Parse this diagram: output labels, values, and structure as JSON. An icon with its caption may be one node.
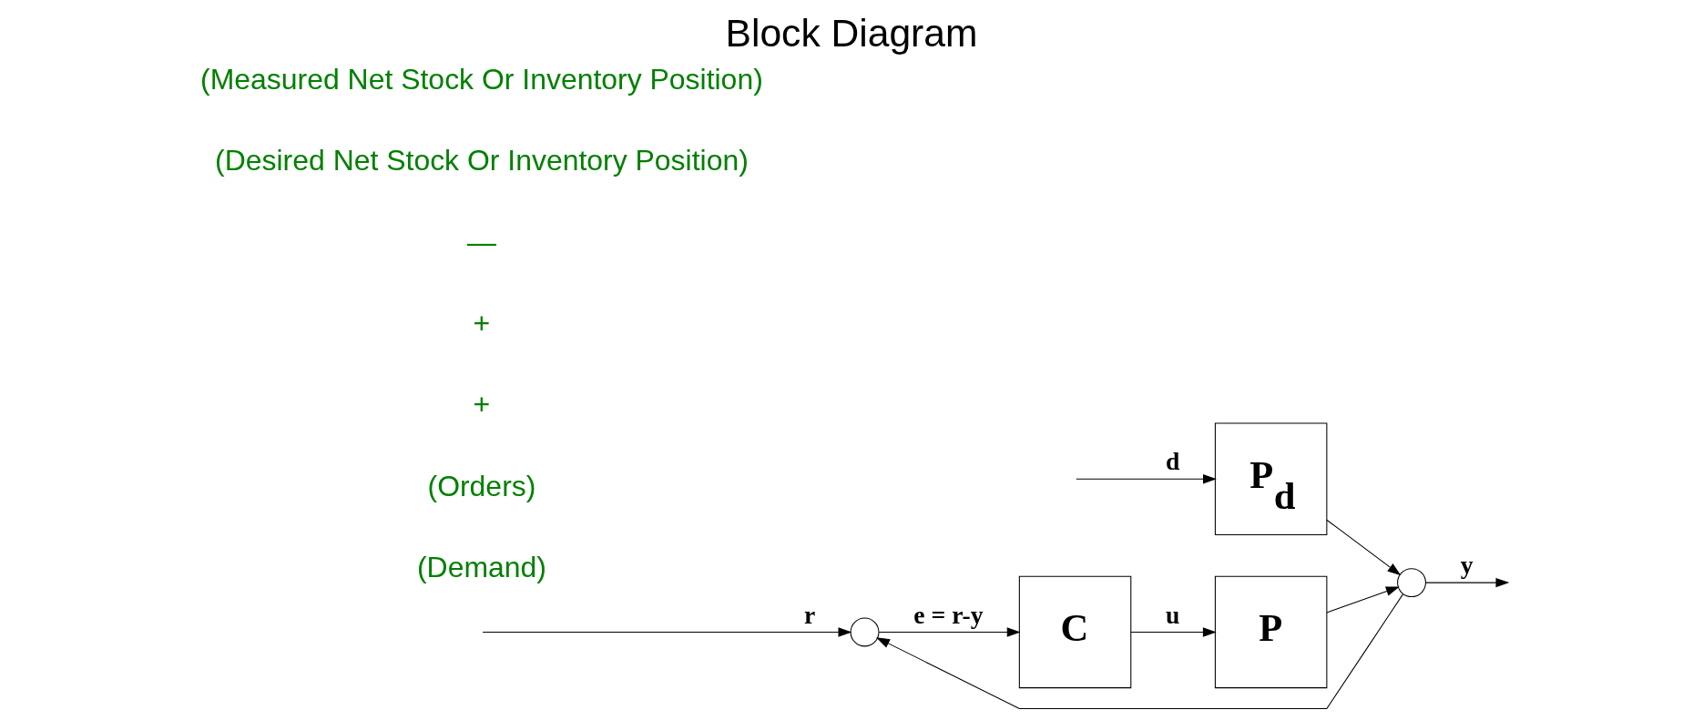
{
  "diagram": {
    "title": "Block Diagram",
    "nodes": [
      {
        "text": [],
        "shape": "circle"
      },
      {
        "text": [
          "C"
        ]
      },
      {
        "text": [
          "P"
        ]
      },
      {
        "text": [
          "P$_{d}$"
        ]
      },
      {
        "text": [],
        "shape": "circle"
      }
    ],
    "edges": [
      {
        "from": null,
        "to": 0,
        "arrow": "to",
        "label": "r"
      },
      {
        "from": 0,
        "to": 1,
        "arrow": "to",
        "label": "e = r-y"
      },
      {
        "from": 1,
        "to": 2,
        "arrow": "to",
        "label": "u"
      },
      {
        "from": 2,
        "to": 4,
        "arrow": "to"
      },
      {
        "from": 3,
        "to": 4,
        "arrow": "to"
      },
      {
        "from": 4,
        "to": null,
        "arrow": "to",
        "label": "y"
      },
      {
        "from": 4,
        "to": 0,
        "arrow": "to"
      },
      {
        "from": null,
        "to": 3,
        "arrow": "to",
        "label": "d"
      }
    ],
    "labels": [
      "(Demand)",
      "(Orders)",
      "+",
      "+",
      "—",
      "(Desired Net Stock Or Inventory Position)",
      "(Measured Net Stock Or Inventory Position)"
    ]
  }
}
